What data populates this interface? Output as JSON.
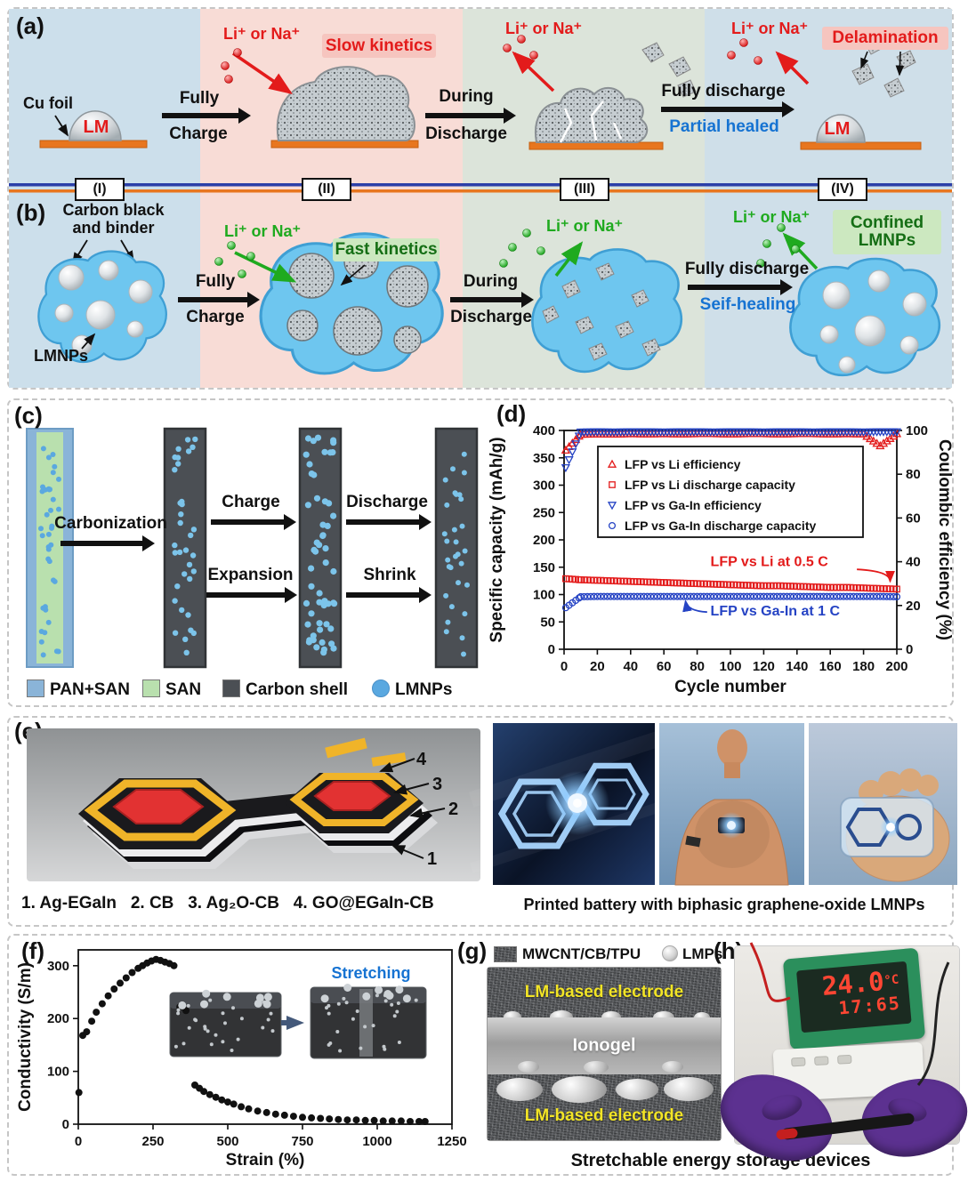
{
  "colors": {
    "red": "#e31b1b",
    "green": "#1faa1f",
    "blue": "#1673d2",
    "foil_orange": "#e8761f",
    "divider_blue": "#2b3fa8",
    "matrix_blue": "#6ec6ef",
    "badge_red_bg": "#f6c5bf",
    "badge_green_bg": "#cce8c0"
  },
  "panel_a": {
    "label": "(a)",
    "cu_foil_label": "Cu foil",
    "lm_label": "LM",
    "ion_label": "Li⁺ or Na⁺",
    "badge_slow": "Slow kinetics",
    "step1_line1": "Fully",
    "step1_line2": "Charge",
    "step2_line1": "During",
    "step2_line2": "Discharge",
    "step3_line1": "Fully discharge",
    "step3_line2": "Partial healed",
    "badge_delamination": "Delamination",
    "lm_label2": "LM",
    "stages": [
      "(I)",
      "(II)",
      "(III)",
      "(IV)"
    ]
  },
  "panel_b": {
    "label": "(b)",
    "carbon_black_line1": "Carbon black",
    "carbon_black_line2": "and binder",
    "lmnps_label": "LMNPs",
    "ion_label": "Li⁺ or Na⁺",
    "badge_fast": "Fast kinetics",
    "step1_line1": "Fully",
    "step1_line2": "Charge",
    "step2_line1": "During",
    "step2_line2": "Discharge",
    "step3_line1": "Fully discharge",
    "step3_line2": "Seif-healing",
    "badge_confined_line1": "Confined",
    "badge_confined_line2": "LMNPs"
  },
  "panel_c": {
    "label": "(c)",
    "carbonization": "Carbonization",
    "charge": "Charge",
    "discharge": "Discharge",
    "expansion": "Expansion",
    "shrink": "Shrink",
    "legend": [
      "PAN+SAN",
      "SAN",
      "Carbon shell",
      "LMNPs"
    ]
  },
  "panel_d": {
    "label": "(d)"
  },
  "panel_e": {
    "label": "(e)",
    "marker_1": "1",
    "marker_2": "2",
    "marker_3": "3",
    "marker_4": "4",
    "layers_caption": "1. Ag-EGaIn   2. CB   3. Ag₂O-CB   4. GO@EGaIn-CB",
    "photo_caption": "Printed battery with biphasic graphene-oxide LMNPs"
  },
  "panel_f": {
    "label": "(f)",
    "stretching": "Stretching"
  },
  "panel_g": {
    "label": "(g)",
    "legend_mwcnt": "MWCNT/CB/TPU",
    "legend_lmps": "LMPs",
    "electrode_top": "LM-based electrode",
    "ionogel": "Ionogel",
    "electrode_bottom": "LM-based electrode",
    "caption": "Stretchable energy storage devices"
  },
  "panel_h": {
    "label": "(h)",
    "display_line1": "24.0",
    "display_unit": "°C",
    "display_line2": "17:65"
  },
  "chart_data": [
    {
      "id": "cycling",
      "type": "scatter",
      "xlabel": "Cycle number",
      "ylabel_left": "Specific capacity (mAh/g)",
      "ylabel_right": "Coulombic efficiency (%)",
      "xlim": [
        0,
        200
      ],
      "ylim_left": [
        0,
        400
      ],
      "ylim_right": [
        0,
        100
      ],
      "xticks": [
        0,
        20,
        40,
        60,
        80,
        100,
        120,
        140,
        160,
        180,
        200
      ],
      "yticks_left": [
        0,
        50,
        100,
        150,
        200,
        250,
        300,
        350,
        400
      ],
      "yticks_right": [
        0,
        20,
        40,
        60,
        80,
        100
      ],
      "grid": false,
      "legend_position": "upper center",
      "x": [
        1,
        10,
        20,
        30,
        40,
        50,
        60,
        70,
        80,
        90,
        100,
        110,
        120,
        130,
        140,
        150,
        160,
        170,
        180,
        190,
        200
      ],
      "series": [
        {
          "name": "LFP vs Li efficiency",
          "axis": "right",
          "marker": "triangle-up",
          "color": "#e31b1b",
          "values": [
            91,
            98.2,
            98.4,
            98.3,
            98.5,
            98.4,
            98.5,
            98.4,
            98.5,
            98.5,
            98.4,
            98.5,
            98.5,
            98.4,
            98.5,
            98.5,
            98.4,
            98.5,
            98.4,
            93,
            98.5
          ]
        },
        {
          "name": "LFP vs Li discharge capacity",
          "axis": "left",
          "marker": "square",
          "color": "#e31b1b",
          "values": [
            129,
            127,
            126,
            125,
            124,
            123,
            122,
            121,
            120,
            119,
            118,
            117,
            116,
            116,
            115,
            114,
            113,
            113,
            112,
            111,
            110
          ]
        },
        {
          "name": "LFP vs Ga-In efficiency",
          "axis": "right",
          "marker": "triangle-down",
          "color": "#2543c4",
          "values": [
            83,
            99.3,
            99.4,
            99.3,
            99.4,
            99.4,
            99.3,
            99.4,
            99.4,
            99.3,
            99.4,
            99.4,
            99.3,
            99.4,
            99.4,
            99.3,
            99.4,
            99.4,
            99.3,
            99.4,
            99.4
          ]
        },
        {
          "name": "LFP vs Ga-In discharge capacity",
          "axis": "left",
          "marker": "circle",
          "color": "#2543c4",
          "values": [
            76,
            96,
            96.5,
            96.5,
            96.5,
            96.5,
            96.5,
            96.5,
            96.5,
            96.5,
            96.5,
            96.5,
            96.5,
            96.5,
            96.5,
            96.5,
            96.5,
            96.5,
            96.5,
            96.5,
            96
          ]
        }
      ],
      "annotations": [
        {
          "text": "LFP vs Li at 0.5 C",
          "color": "#e31b1b"
        },
        {
          "text": "LFP vs Ga-In at 1 C",
          "color": "#2543c4"
        }
      ]
    },
    {
      "id": "conductivity",
      "type": "scatter",
      "xlabel": "Strain (%)",
      "ylabel": "Conductivity (S/m)",
      "xlim": [
        0,
        1250
      ],
      "ylim": [
        0,
        330
      ],
      "xticks": [
        0,
        250,
        500,
        750,
        1000,
        1250
      ],
      "yticks": [
        0,
        100,
        200,
        300
      ],
      "marker": "circle-filled",
      "color": "#111111",
      "annotation": "Stretching",
      "x": [
        2,
        15,
        28,
        45,
        60,
        80,
        100,
        120,
        140,
        160,
        180,
        200,
        215,
        230,
        245,
        260,
        275,
        290,
        305,
        320,
        340,
        360,
        390,
        405,
        420,
        440,
        460,
        480,
        500,
        520,
        545,
        570,
        600,
        630,
        660,
        690,
        720,
        750,
        780,
        810,
        840,
        870,
        900,
        930,
        960,
        990,
        1020,
        1050,
        1080,
        1110,
        1140,
        1160
      ],
      "y": [
        60,
        168,
        175,
        195,
        212,
        228,
        243,
        256,
        267,
        277,
        287,
        295,
        300,
        305,
        309,
        312,
        310,
        307,
        304,
        300,
        222,
        215,
        74,
        68,
        62,
        56,
        51,
        46,
        42,
        38,
        33,
        29,
        25,
        22,
        19,
        17,
        15,
        13,
        12,
        11,
        10,
        9,
        8,
        8,
        7,
        7,
        6,
        6,
        6,
        5,
        5,
        5
      ]
    }
  ]
}
